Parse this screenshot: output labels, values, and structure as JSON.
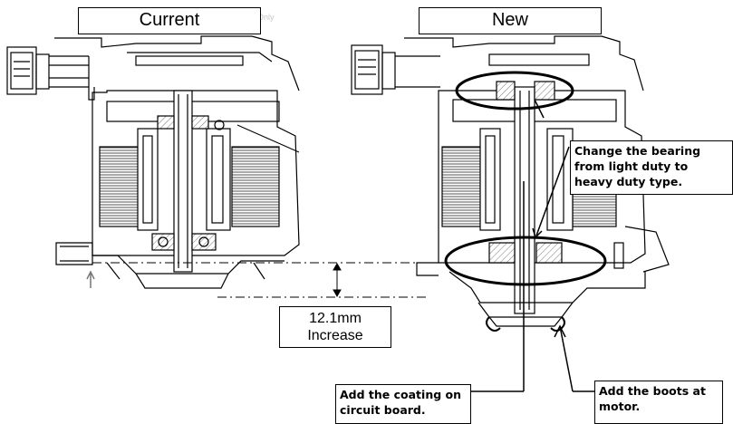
{
  "headers": {
    "current": "Current",
    "new": "New"
  },
  "faint_text": "Reference Only",
  "callouts": {
    "bearing": "Change the bearing\nfrom light duty to\nheavy duty type.",
    "coating": "Add the coating on\ncircuit board.",
    "boots": "Add the boots at\nmotor."
  },
  "measurement": "12.1mm\nIncrease"
}
